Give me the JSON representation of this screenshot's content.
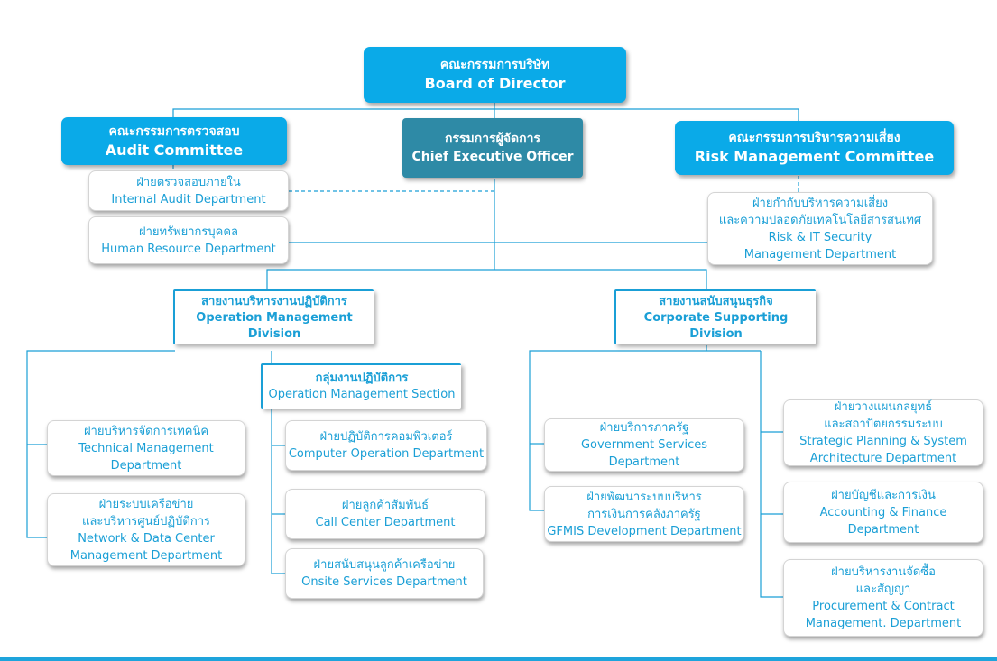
{
  "board": {
    "th": "คณะกรรมการบริษัท",
    "en": "Board of Director"
  },
  "audit_committee": {
    "th": "คณะกรรมการตรวจสอบ",
    "en": "Audit Committee"
  },
  "ceo": {
    "th": "กรรมการผู้จัดการ",
    "en": "Chief Executive Officer"
  },
  "risk_committee": {
    "th": "คณะกรรมการบริหารความเสี่ยง",
    "en": "Risk Management Committee"
  },
  "internal_audit": {
    "th": "ฝ่ายตรวจสอบภายใน",
    "en": "Internal  Audit Department"
  },
  "human_resource": {
    "th": "ฝ่ายทรัพยากรบุคคล",
    "en": "Human Resource Department"
  },
  "risk_it": {
    "l1": "ฝ่ายกำกับบริหารความเสี่ยง",
    "l2": "และความปลอดภัยเทคโนโลยีสารสนเทศ",
    "l3": "Risk & IT Security",
    "l4": "Management Department"
  },
  "operation_division": {
    "th": "สายงานบริหารงานปฏิบัติการ",
    "en1": "Operation Management",
    "en2": "Division"
  },
  "corporate_division": {
    "th": "สายงานสนับสนุนธุรกิจ",
    "en1": "Corporate Supporting",
    "en2": "Division"
  },
  "operation_section": {
    "th": "กลุ่มงานปฏิบัติการ",
    "en": "Operation Management Section"
  },
  "technical": {
    "l1": "ฝ่ายบริหารจัดการเทคนิค",
    "l2": "Technical Management",
    "l3": "Department"
  },
  "network": {
    "l1": "ฝ่ายระบบเครือข่าย",
    "l2": "และบริหารศูนย์ปฏิบัติการ",
    "l3": "Network & Data Center",
    "l4": "Management Department"
  },
  "computer_op": {
    "th": "ฝ่ายปฏิบัติการคอมพิวเตอร์",
    "en": "Computer Operation Department"
  },
  "call_center": {
    "th": "ฝ่ายลูกค้าสัมพันธ์",
    "en": "Call Center Department"
  },
  "onsite": {
    "th": "ฝ่ายสนับสนุนลูกค้าเครือข่าย",
    "en": "Onsite Services Department"
  },
  "gov_services": {
    "l1": "ฝ่ายบริการภาครัฐ",
    "l2": "Government Services",
    "l3": "Department"
  },
  "gfmis": {
    "l1": "ฝ่ายพัฒนาระบบบริหาร",
    "l2": "การเงินการคลังภาครัฐ",
    "l3": "GFMIS Development Department"
  },
  "strategic": {
    "l1": "ฝ่ายวางแผนกลยุทธ์",
    "l2": "และสถาปัตยกรรมระบบ",
    "l3": "Strategic Planning & System",
    "l4": "Architecture Department"
  },
  "accounting": {
    "l1": "ฝ่ายบัญชีและการเงิน",
    "l2": "Accounting & Finance",
    "l3": "Department"
  },
  "procurement": {
    "l1": "ฝ่ายบริหารงานจัดซื้อ",
    "l2": "และสัญญา",
    "l3": "Procurement & Contract",
    "l4": "Management. Department"
  },
  "colors": {
    "primary": "#0aaae8",
    "ceo": "#2e8aa6",
    "text_blue": "#1a9fd6",
    "connector": "#1a9fd6"
  }
}
